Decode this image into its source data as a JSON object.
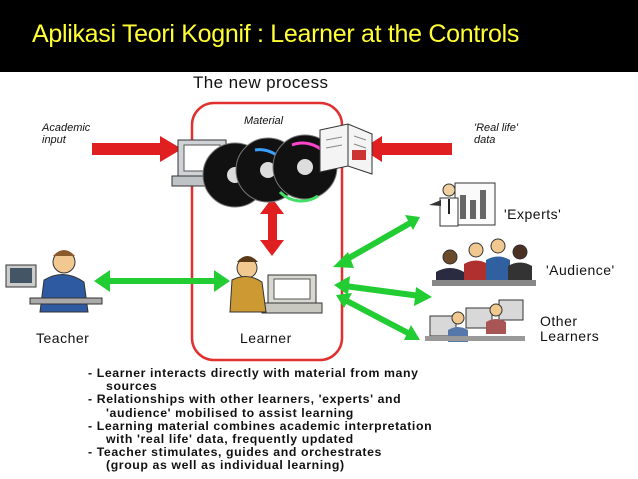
{
  "header": {
    "title": "Aplikasi Teori Kognif : Learner at the Controls"
  },
  "diagram": {
    "heading": "The new process",
    "labels": {
      "academic_input": [
        "Academic",
        "input"
      ],
      "material": "Material",
      "real_life_data": [
        "'Real life'",
        "data"
      ],
      "experts": "'Experts'",
      "audience": "'Audience'",
      "other_learners": [
        "Other",
        "Learners"
      ],
      "teacher": "Teacher",
      "learner": "Learner"
    },
    "colors": {
      "title_bg": "#000000",
      "title_text": "#ffff33",
      "red_arrow": "#e02020",
      "green_arrow": "#22cc33",
      "box_outline": "#e03030"
    }
  },
  "bullets": [
    [
      "- Learner interacts directly with material from many",
      "  sources"
    ],
    [
      "- Relationships with other learners, 'experts' and",
      "  'audience' mobilised to assist learning"
    ],
    [
      "- Learning material combines academic interpretation",
      "  with 'real life' data, frequently updated"
    ],
    [
      "- Teacher stimulates, guides and orchestrates",
      "  (group as well as individual learning)"
    ]
  ]
}
